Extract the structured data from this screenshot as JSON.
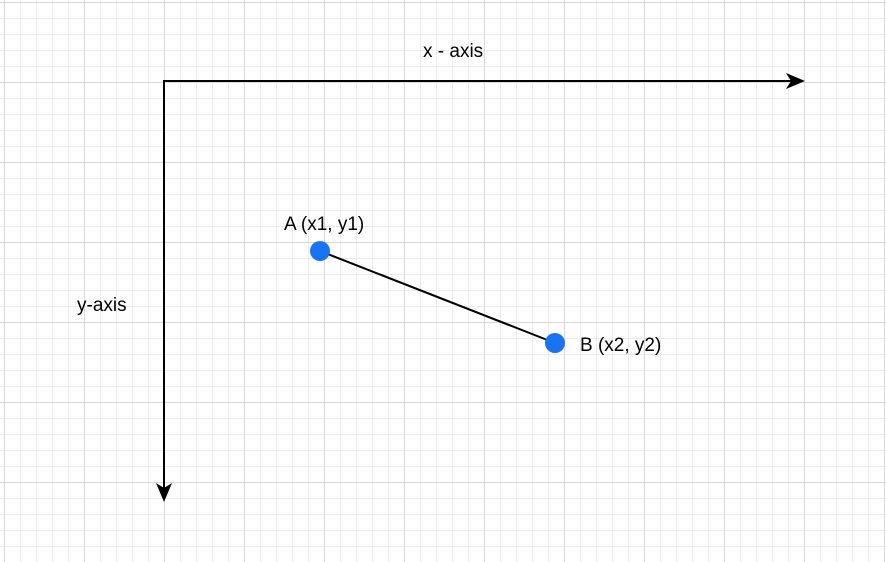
{
  "diagram": {
    "x_axis_label": "x - axis",
    "y_axis_label": "y-axis",
    "point_a_label": "A (x1, y1)",
    "point_b_label": "B (x2, y2)"
  },
  "colors": {
    "point_fill": "#1a73f0",
    "axis_stroke": "#000000",
    "grid_major": "#d9d9d9",
    "grid_minor": "#ececec"
  }
}
